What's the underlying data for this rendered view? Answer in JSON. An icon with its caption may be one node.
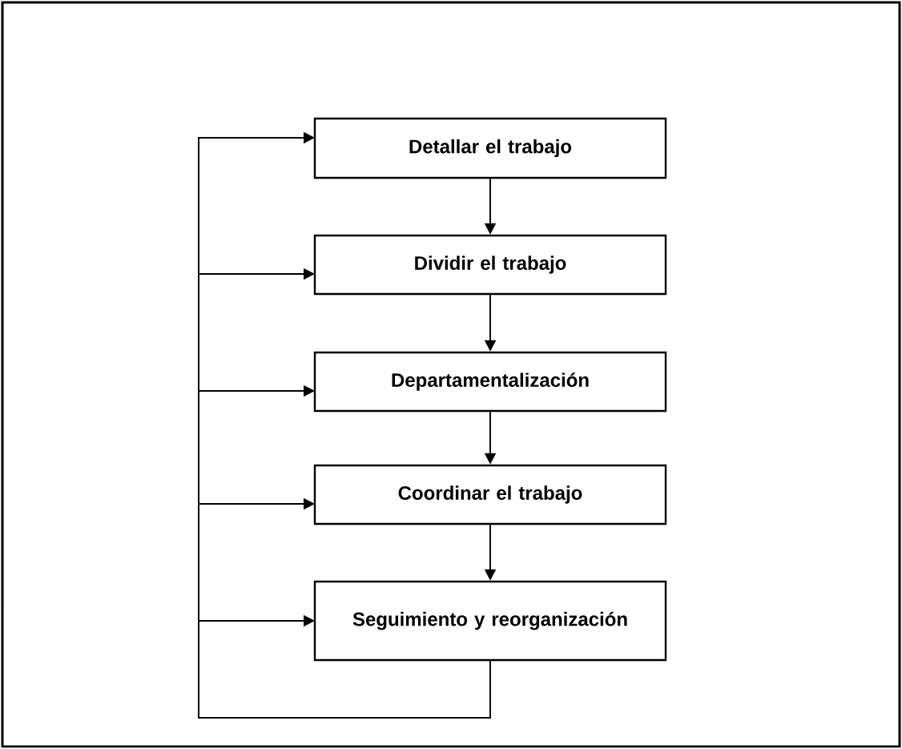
{
  "diagram": {
    "nodes": [
      {
        "text": [
          "Detallar el trabajo"
        ]
      },
      {
        "text": [
          "Dividir el trabajo"
        ]
      },
      {
        "text": [
          "Departamentalización"
        ]
      },
      {
        "text": [
          "Coordinar el trabajo"
        ]
      },
      {
        "text": [
          "Seguimiento y reorganización"
        ]
      }
    ],
    "edges": [
      {
        "from": 0,
        "to": 1,
        "arrow": "to"
      },
      {
        "from": 1,
        "to": 2,
        "arrow": "to"
      },
      {
        "from": 2,
        "to": 3,
        "arrow": "to"
      },
      {
        "from": 3,
        "to": 4,
        "arrow": "to"
      },
      {
        "from": 4,
        "to": 0,
        "arrow": "to"
      },
      {
        "from": 4,
        "to": 1,
        "arrow": "to"
      },
      {
        "from": 4,
        "to": 2,
        "arrow": "to"
      },
      {
        "from": 4,
        "to": 3,
        "arrow": "to"
      },
      {
        "from": 4,
        "to": 4,
        "arrow": "to"
      }
    ]
  }
}
